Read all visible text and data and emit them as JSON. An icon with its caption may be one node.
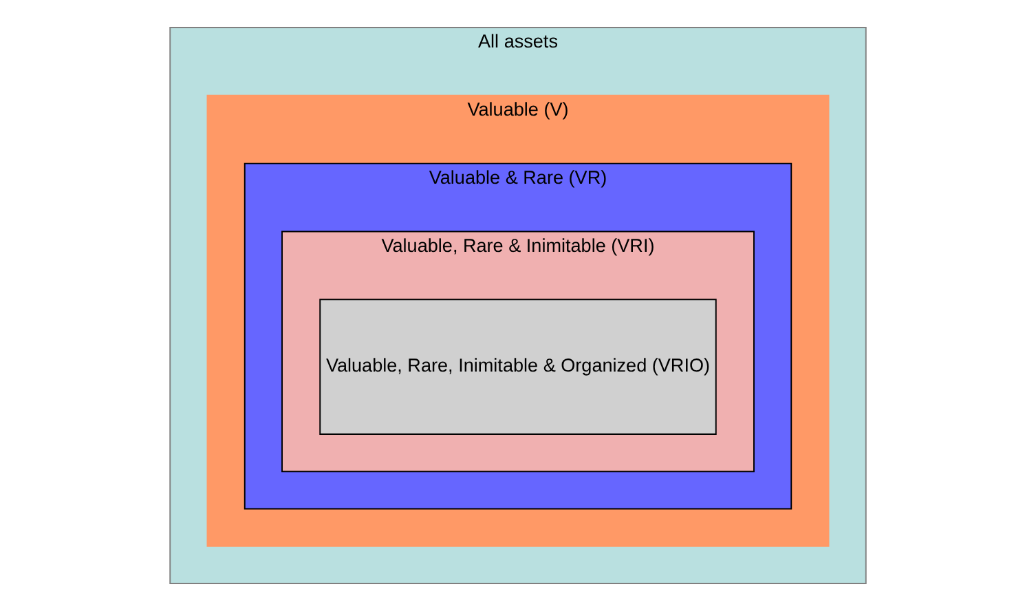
{
  "diagram": {
    "nodes": [
      {
        "text": [
          "All assets"
        ]
      },
      {
        "text": [
          "Valuable (V)"
        ],
        "in": 0
      },
      {
        "text": [
          "Valuable & Rare (VR)"
        ],
        "in": 1
      },
      {
        "text": [
          "Valuable, Rare & Inimitable (VRI)"
        ],
        "in": 2
      },
      {
        "text": [
          "Valuable, Rare, Inimitable & Organized (VRIO)"
        ],
        "in": 3
      }
    ]
  }
}
